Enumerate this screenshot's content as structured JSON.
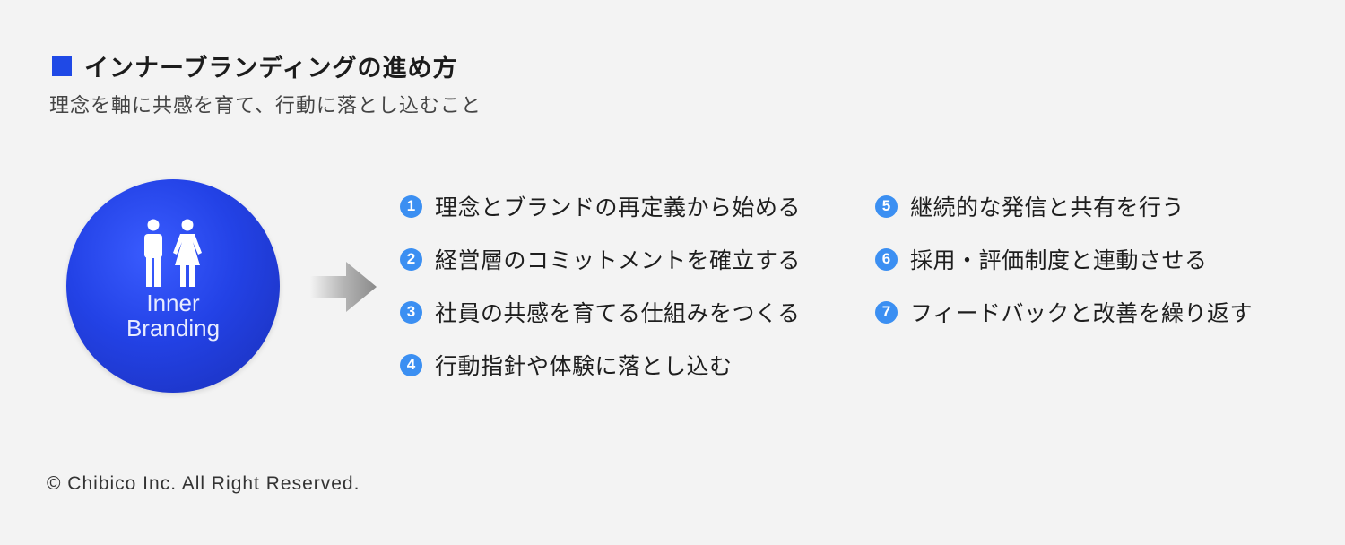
{
  "header": {
    "title": "インナーブランディングの進め方",
    "subtitle": "理念を軸に共感を育て、行動に落とし込むこと",
    "square_color": "#1f49e6"
  },
  "circle": {
    "line1": "Inner",
    "line2": "Branding",
    "icon": "people-icon"
  },
  "steps_left": [
    {
      "num": "1",
      "text": "理念とブランドの再定義から始める"
    },
    {
      "num": "2",
      "text": "経営層のコミットメントを確立する"
    },
    {
      "num": "3",
      "text": "社員の共感を育てる仕組みをつくる"
    },
    {
      "num": "4",
      "text": "行動指針や体験に落とし込む"
    }
  ],
  "steps_right": [
    {
      "num": "5",
      "text": "継続的な発信と共有を行う"
    },
    {
      "num": "6",
      "text": "採用・評価制度と連動させる"
    },
    {
      "num": "7",
      "text": "フィードバックと改善を繰り返す"
    }
  ],
  "footer": {
    "copyright": "© Chibico Inc. All Right Reserved."
  },
  "colors": {
    "badge": "#3b8ff2",
    "circle": "#2342e6"
  }
}
